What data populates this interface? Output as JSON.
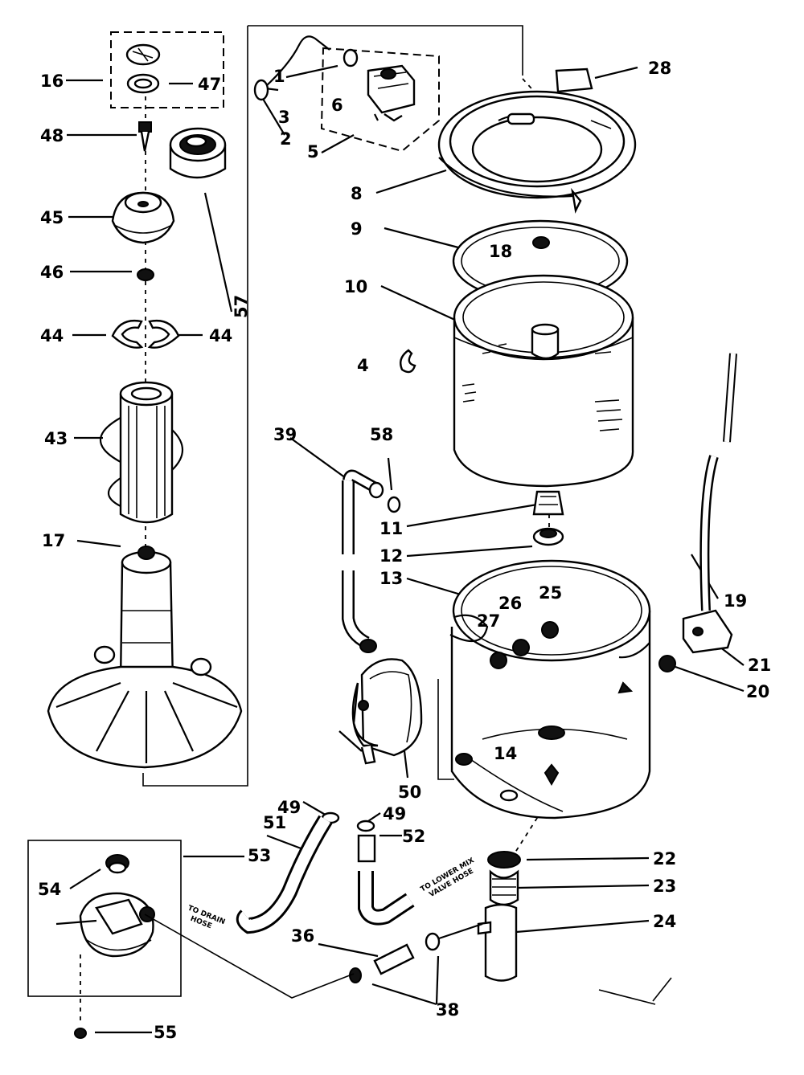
{
  "diagram": {
    "callouts": [
      {
        "id": "p1",
        "text": "1"
      },
      {
        "id": "p2",
        "text": "2"
      },
      {
        "id": "p3",
        "text": "3"
      },
      {
        "id": "p4",
        "text": "4"
      },
      {
        "id": "p5",
        "text": "5"
      },
      {
        "id": "p6",
        "text": "6"
      },
      {
        "id": "p8",
        "text": "8"
      },
      {
        "id": "p9",
        "text": "9"
      },
      {
        "id": "p10",
        "text": "10"
      },
      {
        "id": "p11",
        "text": "11"
      },
      {
        "id": "p12",
        "text": "12"
      },
      {
        "id": "p13",
        "text": "13"
      },
      {
        "id": "p14",
        "text": "14"
      },
      {
        "id": "p16",
        "text": "16"
      },
      {
        "id": "p17",
        "text": "17"
      },
      {
        "id": "p18",
        "text": "18"
      },
      {
        "id": "p19",
        "text": "19"
      },
      {
        "id": "p20",
        "text": "20"
      },
      {
        "id": "p21",
        "text": "21"
      },
      {
        "id": "p22",
        "text": "22"
      },
      {
        "id": "p23",
        "text": "23"
      },
      {
        "id": "p24",
        "text": "24"
      },
      {
        "id": "p25",
        "text": "25"
      },
      {
        "id": "p26",
        "text": "26"
      },
      {
        "id": "p27",
        "text": "27"
      },
      {
        "id": "p28",
        "text": "28"
      },
      {
        "id": "p36",
        "text": "36"
      },
      {
        "id": "p38",
        "text": "38"
      },
      {
        "id": "p39",
        "text": "39"
      },
      {
        "id": "p43",
        "text": "43"
      },
      {
        "id": "p44a",
        "text": "44"
      },
      {
        "id": "p44b",
        "text": "44"
      },
      {
        "id": "p45",
        "text": "45"
      },
      {
        "id": "p46",
        "text": "46"
      },
      {
        "id": "p47",
        "text": "47"
      },
      {
        "id": "p48",
        "text": "48"
      },
      {
        "id": "p49a",
        "text": "49"
      },
      {
        "id": "p49b",
        "text": "49"
      },
      {
        "id": "p50",
        "text": "50"
      },
      {
        "id": "p51",
        "text": "51"
      },
      {
        "id": "p52",
        "text": "52"
      },
      {
        "id": "p53",
        "text": "53"
      },
      {
        "id": "p54",
        "text": "54"
      },
      {
        "id": "p55",
        "text": "55"
      },
      {
        "id": "p57",
        "text": "57"
      },
      {
        "id": "p58",
        "text": "58"
      }
    ],
    "hose_notes": {
      "to_drain_hose": [
        "TO DRAIN",
        "HOSE"
      ],
      "to_valve": [
        "TO LOWER MIX",
        "VALVE HOSE"
      ]
    }
  }
}
